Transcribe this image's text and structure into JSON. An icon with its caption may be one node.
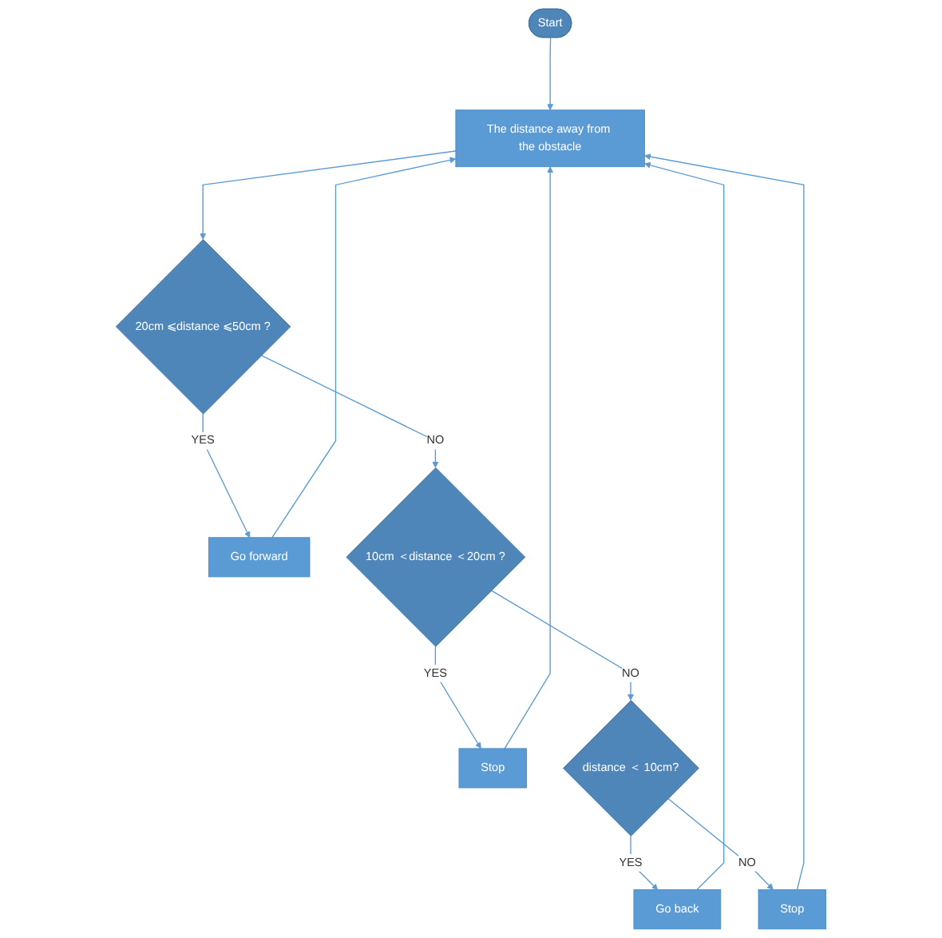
{
  "diagram": {
    "nodes": [
      {
        "text": [
          "Start"
        ]
      },
      {
        "text": [
          "The distance away from the obstacle"
        ]
      },
      {
        "text": [
          "20cm ⩽distance ⩽50cm ?"
        ]
      },
      {
        "text": [
          "Go forward"
        ]
      },
      {
        "text": [
          "10cm ＜distance ＜20cm ?"
        ]
      },
      {
        "text": [
          "Stop"
        ]
      },
      {
        "text": [
          "distance ＜ 10cm?"
        ]
      },
      {
        "text": [
          "Go back"
        ]
      },
      {
        "text": [
          "Stop"
        ]
      }
    ],
    "edges": [
      {
        "from": 0,
        "to": 1,
        "arrow": "to"
      },
      {
        "from": 1,
        "to": 2,
        "arrow": "to"
      },
      {
        "from": 2,
        "to": 3,
        "label": "YES",
        "arrow": "to"
      },
      {
        "from": 2,
        "to": 4,
        "label": "NO",
        "arrow": "to"
      },
      {
        "from": 4,
        "to": 5,
        "label": "YES",
        "arrow": "to"
      },
      {
        "from": 4,
        "to": 6,
        "label": "NO",
        "arrow": "to"
      },
      {
        "from": 6,
        "to": 7,
        "label": "YES",
        "arrow": "to"
      },
      {
        "from": 6,
        "to": 8,
        "label": "NO",
        "arrow": "to"
      },
      {
        "from": 3,
        "to": 1,
        "arrow": "to"
      },
      {
        "from": 5,
        "to": 1,
        "arrow": "to"
      },
      {
        "from": 7,
        "to": 1,
        "arrow": "to"
      },
      {
        "from": 8,
        "to": 1,
        "arrow": "to"
      }
    ]
  }
}
